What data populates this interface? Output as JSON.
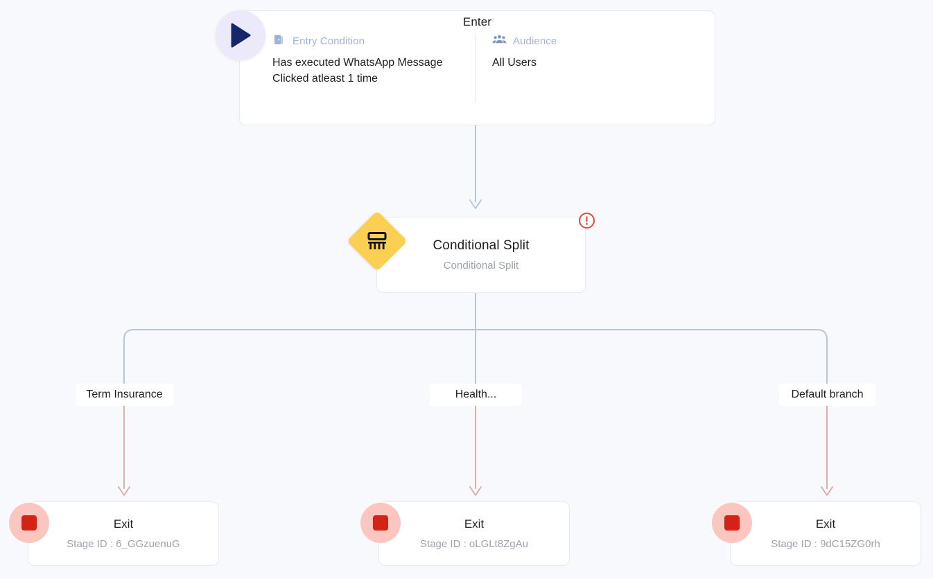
{
  "canvas": {
    "background_color": "#f8f9fc",
    "edge_color": "#b8c4de",
    "branch_edge_color": "#dcb0a8"
  },
  "enter_node": {
    "title": "Enter",
    "play_icon": "play-icon",
    "columns": [
      {
        "icon": "door-icon",
        "label": "Entry Condition",
        "value": "Has executed WhatsApp Message Clicked atleast 1 time"
      },
      {
        "icon": "audience-group-icon",
        "label": "Audience",
        "value": "All Users"
      }
    ]
  },
  "conditional_split_node": {
    "icon": "conditional-split-icon",
    "icon_color": "#fbcf52",
    "title": "Conditional Split",
    "subtitle": "Conditional Split",
    "warning": {
      "icon": "alert-circle-icon",
      "color": "#e8453c"
    }
  },
  "branches": [
    {
      "label": "Term Insurance"
    },
    {
      "label": "Health..."
    },
    {
      "label": "Default branch"
    }
  ],
  "exit_nodes": [
    {
      "icon": "stop-icon",
      "title": "Exit",
      "stage_id": "Stage ID : 6_GGzuenuG"
    },
    {
      "icon": "stop-icon",
      "title": "Exit",
      "stage_id": "Stage ID : oLGLt8ZgAu"
    },
    {
      "icon": "stop-icon",
      "title": "Exit",
      "stage_id": "Stage ID : 9dC15ZG0rh"
    }
  ]
}
